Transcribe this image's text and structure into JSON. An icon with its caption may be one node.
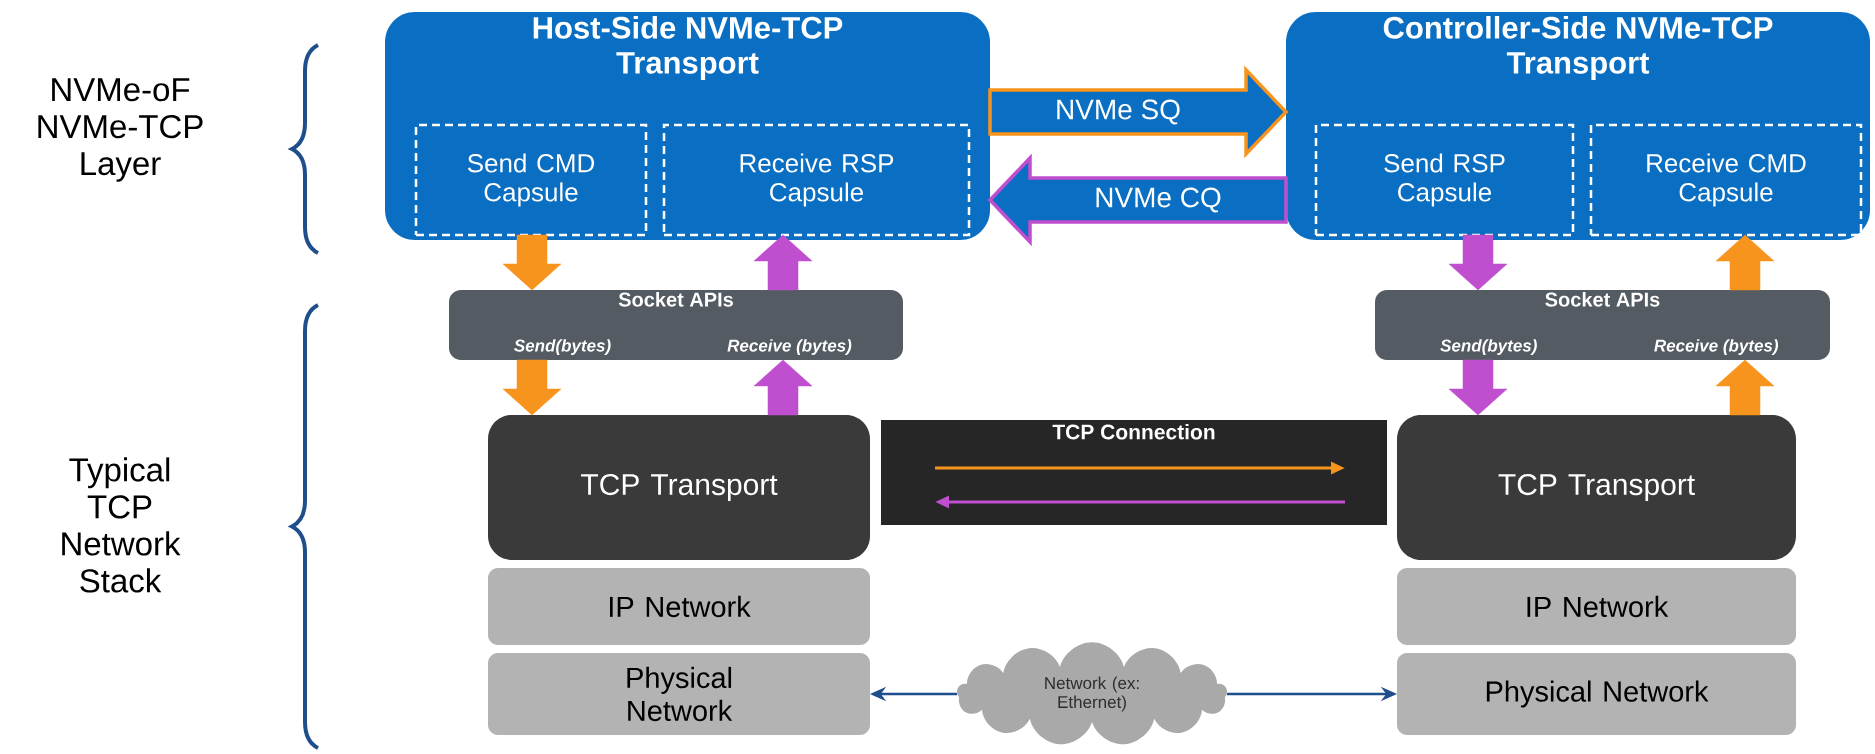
{
  "diagram": {
    "nodes": [
      {
        "text": [
          "Host-Side NVMe-TCP Transport"
        ]
      },
      {
        "text": [
          "Send CMD Capsule"
        ],
        "in": 0
      },
      {
        "text": [
          "Receive RSP Capsule"
        ],
        "in": 0
      },
      {
        "text": [
          "Controller-Side NVMe-TCP Transport"
        ]
      },
      {
        "text": [
          "Send RSP Capsule"
        ],
        "in": 3
      },
      {
        "text": [
          "Receive CMD Capsule"
        ],
        "in": 3
      },
      {
        "text": [
          "Socket APIs",
          "Send(bytes)",
          "Receive (bytes)"
        ]
      },
      {
        "text": [
          "Socket APIs",
          "Send(bytes)",
          "Receive (bytes)"
        ]
      },
      {
        "text": [
          "TCP Transport"
        ]
      },
      {
        "text": [
          "IP Network"
        ]
      },
      {
        "text": [
          "Physical Network"
        ]
      },
      {
        "text": [
          "TCP Connection"
        ]
      },
      {
        "text": [
          "TCP Transport"
        ]
      },
      {
        "text": [
          "IP Network"
        ]
      },
      {
        "text": [
          "Physical Network"
        ]
      },
      {
        "text": [
          "Network (ex: Ethernet)"
        ]
      }
    ],
    "edges": [
      {
        "from": 0,
        "to": 3,
        "arrow": "to",
        "label": "NVMe SQ",
        "style": "thick",
        "color": "#f7941d"
      },
      {
        "from": 3,
        "to": 0,
        "arrow": "to",
        "label": "NVMe CQ",
        "style": "thick",
        "color": "#c04fd0"
      },
      {
        "from": 1,
        "to": 6,
        "arrow": "to",
        "style": "thick",
        "color": "#f7941d"
      },
      {
        "from": 6,
        "to": 8,
        "arrow": "to",
        "style": "thick",
        "color": "#f7941d"
      },
      {
        "from": 8,
        "to": 6,
        "arrow": "to",
        "style": "thick",
        "color": "#c04fd0"
      },
      {
        "from": 6,
        "to": 2,
        "arrow": "to",
        "style": "thick",
        "color": "#c04fd0"
      },
      {
        "from": 4,
        "to": 7,
        "arrow": "to",
        "style": "thick",
        "color": "#c04fd0"
      },
      {
        "from": 7,
        "to": 12,
        "arrow": "to",
        "style": "thick",
        "color": "#c04fd0"
      },
      {
        "from": 12,
        "to": 7,
        "arrow": "to",
        "style": "thick",
        "color": "#f7941d"
      },
      {
        "from": 7,
        "to": 5,
        "arrow": "to",
        "style": "thick",
        "color": "#f7941d"
      },
      {
        "from": 15,
        "to": 10,
        "arrow": "to",
        "color": "#1f4e8c"
      },
      {
        "from": 15,
        "to": 14,
        "arrow": "to",
        "color": "#1f4e8c"
      }
    ],
    "labels": [
      "NVMe-oF NVMe-TCP Layer",
      "Typical TCP Network Stack"
    ]
  }
}
